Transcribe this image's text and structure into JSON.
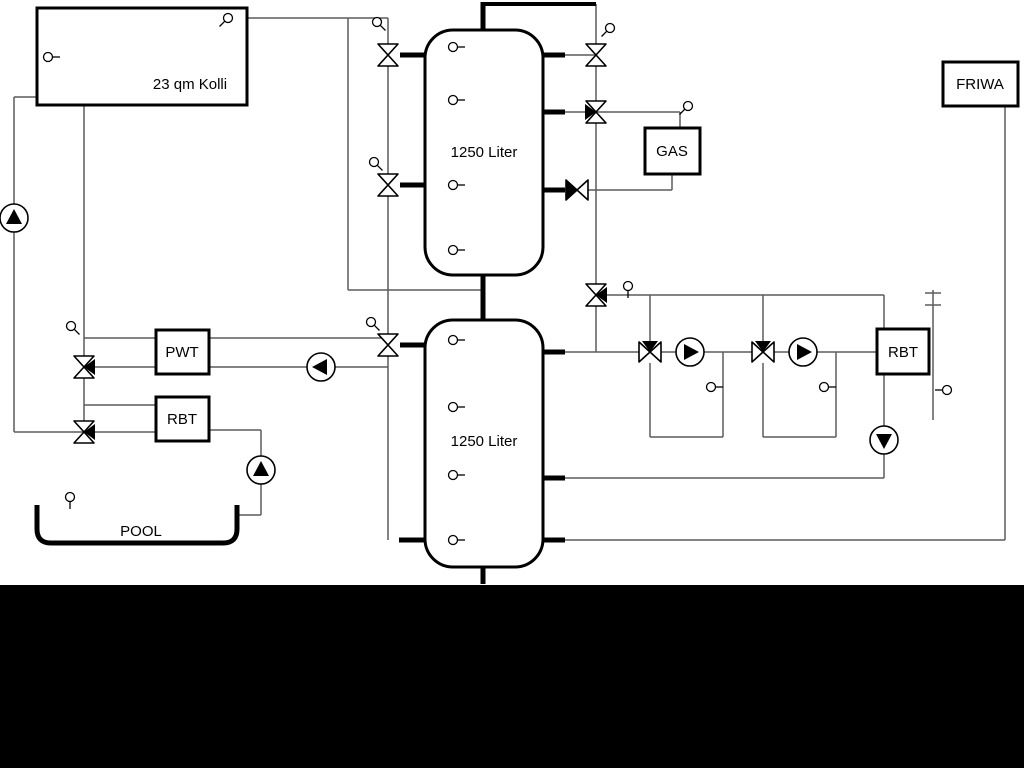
{
  "diagram": {
    "labels": {
      "collector": "23 qm Kolli",
      "upper_tank": "1250 Liter",
      "lower_tank": "1250 Liter",
      "heat_exchanger": "PWT",
      "rbt_left": "RBT",
      "rbt_right": "RBT",
      "boiler": "GAS",
      "fresh_water": "FRIWA",
      "pool": "POOL"
    },
    "colors": {
      "pipe": "#5c5c5c",
      "outline": "#000000",
      "background": "#ffffff",
      "bottom_bar": "#000000"
    },
    "icons": {
      "pump": "circle-with-filled-triangle",
      "valve": "bowtie",
      "three_way_valve": "bowtie-with-black-triangle",
      "check_valve": "half-filled-bowtie",
      "sensor": "small-circle-with-tail"
    }
  }
}
